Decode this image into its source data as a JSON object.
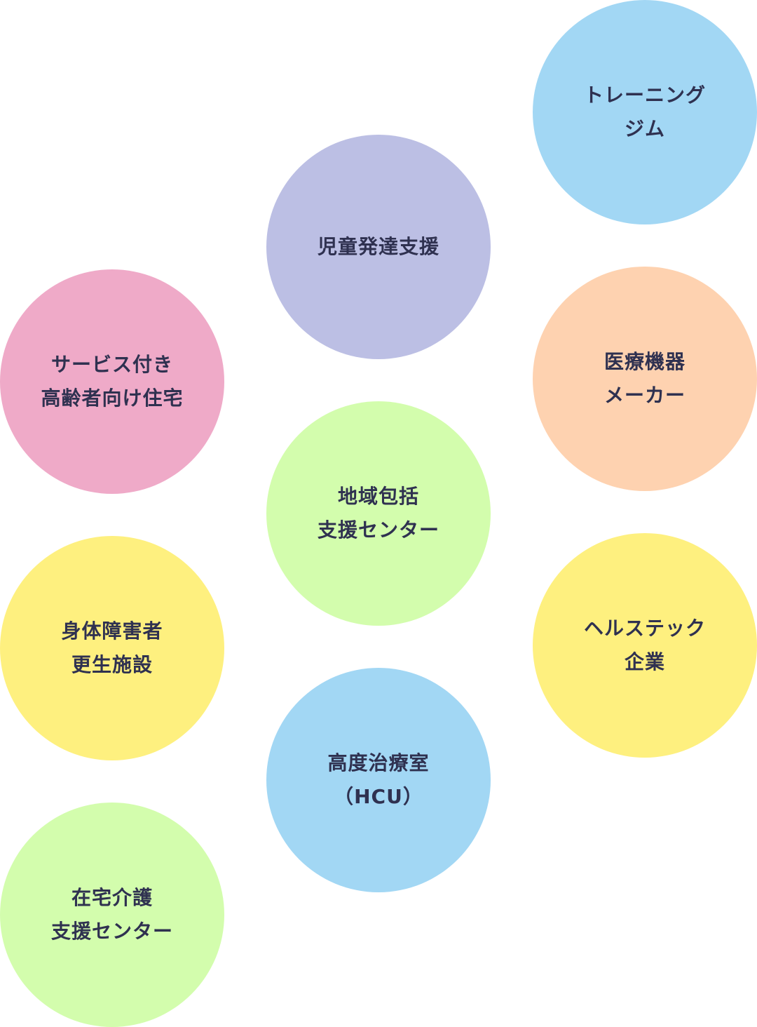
{
  "circles": [
    {
      "id": "training",
      "lines": [
        "トレーニング",
        "ジム"
      ],
      "color": "#a2d7f4"
    },
    {
      "id": "child",
      "lines": [
        "児童発達支援"
      ],
      "color": "#bcbfe4"
    },
    {
      "id": "sakoju",
      "lines": [
        "サービス付き",
        "高齢者向け住宅"
      ],
      "color": "#efaac8"
    },
    {
      "id": "medical",
      "lines": [
        "医療機器",
        "メーカー"
      ],
      "color": "#fed2b0"
    },
    {
      "id": "chiiki",
      "lines": [
        "地域包括",
        "支援センター"
      ],
      "color": "#d3fdad"
    },
    {
      "id": "shintai",
      "lines": [
        "身体障害者",
        "更生施設"
      ],
      "color": "#fef07f"
    },
    {
      "id": "healthtech",
      "lines": [
        "ヘルステック",
        "企業"
      ],
      "color": "#fef07f"
    },
    {
      "id": "hcu",
      "lines": [
        "高度治療室",
        "（HCU）"
      ],
      "color": "#a2d7f4"
    },
    {
      "id": "zaitaku",
      "lines": [
        "在宅介護",
        "支援センター"
      ],
      "color": "#d3fdad"
    }
  ]
}
